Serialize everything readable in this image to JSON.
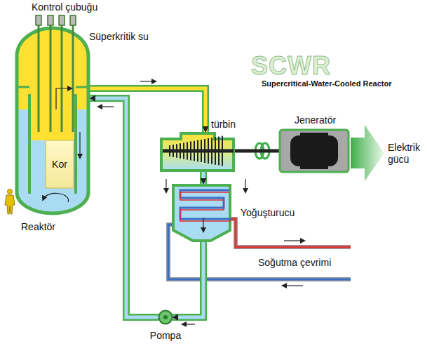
{
  "diagram": {
    "nodes": [
      {
        "text": [
          "Reaktör"
        ]
      },
      {
        "text": [
          "Kor"
        ],
        "in": 0
      },
      {
        "text": [
          "türbin"
        ]
      },
      {
        "text": [
          "Jeneratör"
        ]
      },
      {
        "text": [
          "Yoğuşturucu"
        ]
      },
      {
        "text": [
          "Pompa"
        ]
      }
    ],
    "edges": [
      {
        "from": 0,
        "to": 2,
        "arrow": "to"
      },
      {
        "from": 2,
        "to": 4,
        "arrow": "to"
      },
      {
        "from": 4,
        "to": 5,
        "arrow": "to"
      },
      {
        "from": 5,
        "to": 0,
        "arrow": "to"
      },
      {
        "from": 2,
        "to": 3,
        "arrow": "none"
      }
    ],
    "labels": [
      "Kontrol çubuğu",
      "Süperkritik su",
      "SCWR",
      "Supercritical-Water-Cooled Reactor",
      "Elektrik gücü",
      "Soğutma çevrimi"
    ]
  }
}
